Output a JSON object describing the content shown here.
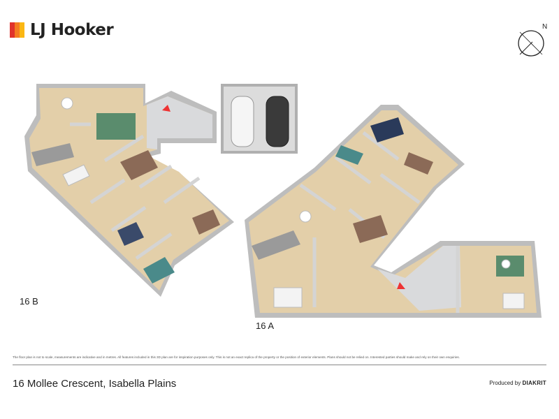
{
  "brand": {
    "name": "LJ Hooker",
    "colors": [
      "#e0322b",
      "#f47b20",
      "#fbb713"
    ]
  },
  "compass": {
    "label": "N",
    "icon": "north-arrow-icon"
  },
  "plan": {
    "unit_b_label": "16 B",
    "unit_a_label": "16 A",
    "colors": {
      "floor": "#e3cfa9",
      "wall": "#eaeaea",
      "wall_shadow": "#bcbcbc",
      "paving": "#d9dadc",
      "rug": "#5a8c6d",
      "bed": "#8b6a57"
    }
  },
  "footer": {
    "disclaimer": "The floor plan is not to scale, measurements are indicative and in metres. All features included in this 3D plan are for inspiration purposes only. This is not an exact replica of the property or the position of exterior elements. Plans should not be relied on. Interested parties should make and rely on their own enquiries.",
    "address": "16 Mollee Crescent, Isabella Plains",
    "produced_by_prefix": "Produced by",
    "produced_by_name": "DIAKRIT"
  }
}
